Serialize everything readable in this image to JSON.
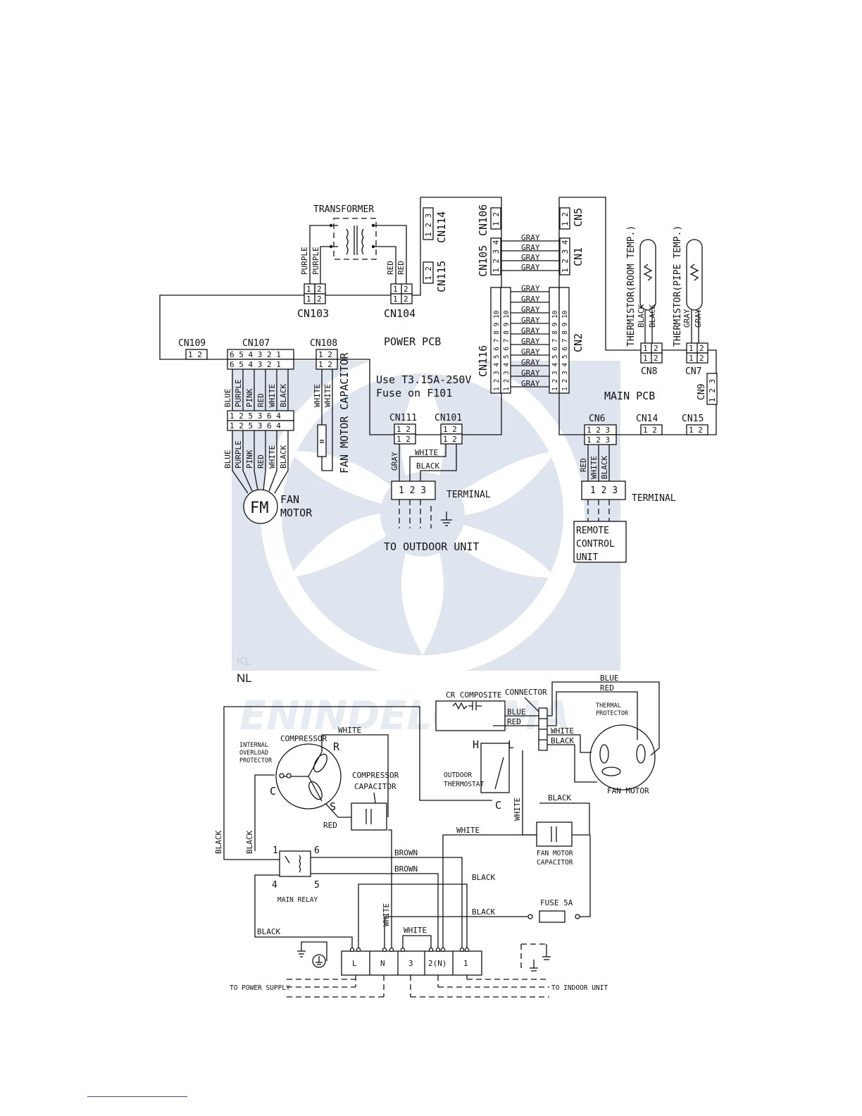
{
  "section_labels": [
    "KL",
    "NL"
  ],
  "watermark": "ENINDELCLIMA",
  "top": {
    "transformer": "TRANSFORMER",
    "power_pcb": "POWER PCB",
    "main_pcb": "MAIN PCB",
    "fuse_line1": "Use T3.15A-250V",
    "fuse_line2": "Fuse on F101",
    "connectors": {
      "cn103": "CN103",
      "cn104": "CN104",
      "cn105": "CN105",
      "cn106": "CN106",
      "cn114": "CN114",
      "cn115": "CN115",
      "cn116": "CN116",
      "cn109": "CN109",
      "cn107": "CN107",
      "cn108": "CN108",
      "cn111": "CN111",
      "cn101": "CN101",
      "cn1": "CN1",
      "cn2": "CN2",
      "cn5": "CN5",
      "cn6": "CN6",
      "cn7": "CN7",
      "cn8": "CN8",
      "cn9": "CN9",
      "cn14": "CN14",
      "cn15": "CN15"
    },
    "wires": {
      "purple": "PURPLE",
      "red": "RED",
      "gray": "GRAY",
      "blue": "BLUE",
      "pink": "PINK",
      "white": "WHITE",
      "black": "BLACK"
    },
    "thermistor_room": "THERMISTOR(ROOM TEMP.)",
    "thermistor_pipe": "THERMISTOR(PIPE TEMP.)",
    "fan_motor_capacitor": "FAN MOTOR CAPACITOR",
    "fan_motor_line1": "FAN",
    "fan_motor_line2": "MOTOR",
    "fm": "FM",
    "terminal": "TERMINAL",
    "to_outdoor": "TO OUTDOOR UNIT",
    "remote1": "REMOTE",
    "remote2": "CONTROL",
    "remote3": "UNIT"
  },
  "bottom": {
    "cr_composite": "CR COMPOSITE",
    "connector": "CONNECTOR",
    "thermal1": "THERMAL",
    "thermal2": "PROTECTOR",
    "compressor": "COMPRESSOR",
    "internal1": "INTERNAL",
    "internal2": "OVERLOAD",
    "internal3": "PROTECTOR",
    "comp_cap1": "COMPRESSOR",
    "comp_cap2": "CAPACITOR",
    "outdoor_thermo1": "OUTDOOR",
    "outdoor_thermo2": "THERMOSTAT",
    "fan_motor": "FAN MOTOR",
    "fan_cap1": "FAN MOTOR",
    "fan_cap2": "CAPACITOR",
    "main_relay": "MAIN RELAY",
    "fuse": "FUSE 5A",
    "to_power": "TO POWER SUPPLY",
    "to_indoor": "TO INDOOR UNIT",
    "terminals": [
      "L",
      "N",
      "3",
      "2(N)",
      "1"
    ],
    "wires": {
      "blue": "BLUE",
      "red": "RED",
      "white": "WHITE",
      "black": "BLACK",
      "brown": "BROWN"
    },
    "letters": {
      "r": "R",
      "s": "S",
      "c": "C",
      "h": "H",
      "l": "L",
      "tc": "C"
    },
    "relay_pins": [
      "1",
      "6",
      "4",
      "5"
    ]
  }
}
